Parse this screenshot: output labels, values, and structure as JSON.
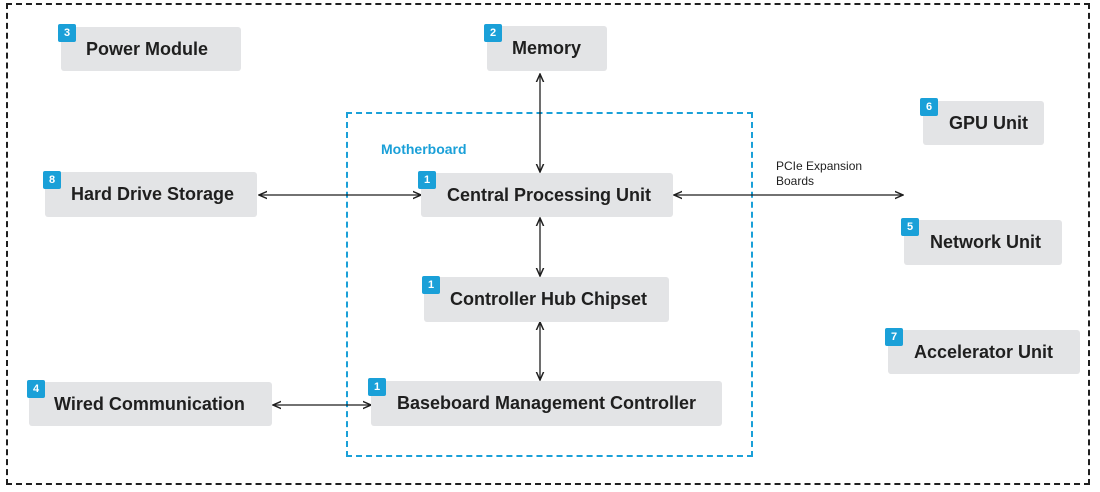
{
  "motherboard": {
    "label": "Motherboard"
  },
  "nodes": {
    "power_module": {
      "label": "Power Module",
      "badge": "3"
    },
    "memory": {
      "label": "Memory",
      "badge": "2"
    },
    "gpu_unit": {
      "label": "GPU Unit",
      "badge": "6"
    },
    "hard_drive_storage": {
      "label": "Hard Drive Storage",
      "badge": "8"
    },
    "cpu": {
      "label": "Central Processing Unit",
      "badge": "1"
    },
    "network_unit": {
      "label": "Network Unit",
      "badge": "5"
    },
    "controller_hub_chipset": {
      "label": "Controller Hub Chipset",
      "badge": "1"
    },
    "accelerator_unit": {
      "label": "Accelerator Unit",
      "badge": "7"
    },
    "wired_communication": {
      "label": "Wired Communication",
      "badge": "4"
    },
    "bmc": {
      "label": "Baseboard Management Controller",
      "badge": "1"
    }
  },
  "connectors": {
    "pcie_label_line1": "PCIe Expansion",
    "pcie_label_line2": "Boards"
  },
  "colors": {
    "accent": "#1aa0d8",
    "node_fill": "#e3e4e6",
    "text": "#1f1f1f"
  }
}
